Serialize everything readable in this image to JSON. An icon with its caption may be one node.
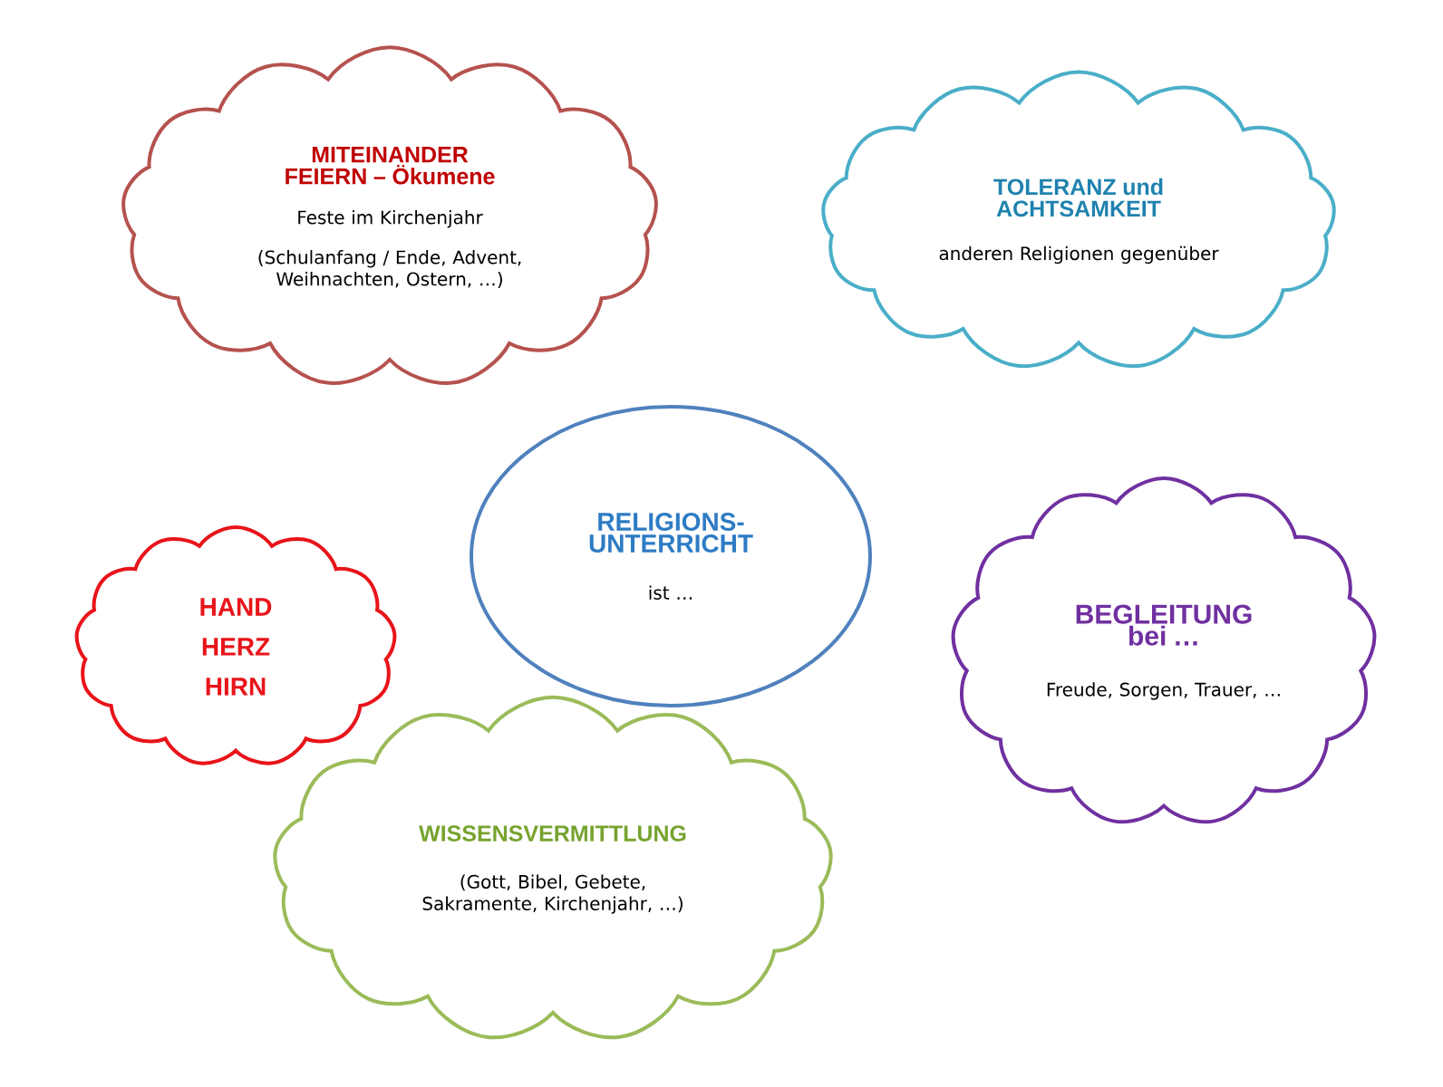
{
  "diagram": {
    "nodes": [
      {
        "text": [
          "MITEINANDER FEIERN – Ökumene",
          "Feste im Kirchenjahr",
          "(Schulanfang / Ende, Advent, Weihnachten, Ostern, …)"
        ]
      },
      {
        "text": [
          "TOLERANZ und ACHTSAMKEIT",
          "anderen Religionen gegenüber"
        ]
      },
      {
        "text": [
          "RELIGIONS- UNTERRICHT",
          "ist …"
        ]
      },
      {
        "text": [
          "HAND",
          "HERZ",
          "HIRN"
        ]
      },
      {
        "text": [
          "BEGLEITUNG bei …",
          "Freude, Sorgen, Trauer, …"
        ]
      },
      {
        "text": [
          "WISSENSVERMITTLUNG",
          "(Gott, Bibel, Gebete, Sakramente, Kirchenjahr, …)"
        ]
      }
    ],
    "edges": []
  }
}
